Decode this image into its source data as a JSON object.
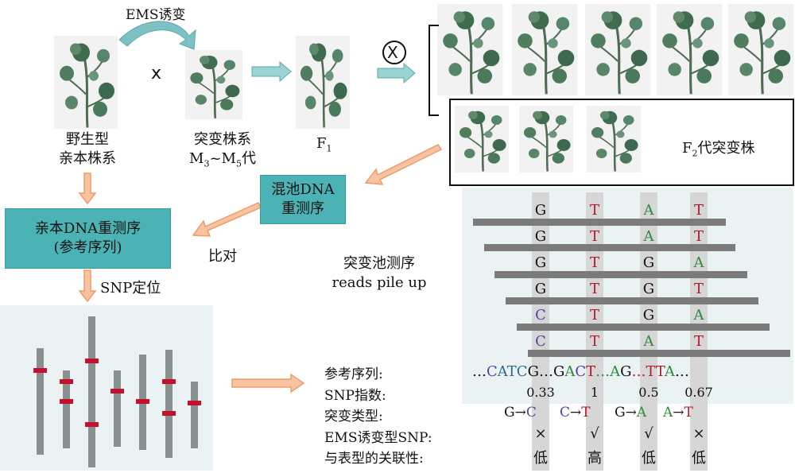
{
  "labels": {
    "ems": "EMS诱变",
    "cross_x": "x",
    "wild_line1": "野生型",
    "wild_line2": "亲本株系",
    "mutant_line1": "突变株系",
    "mutant_line2": "M3~M5代",
    "f1": "F1",
    "cross_symbol": "X",
    "f2": "F2代突变株",
    "pool_line1": "混池DNA",
    "pool_line2": "重测序",
    "parent_line1": "亲本DNA重测序",
    "parent_line2": "(参考序列)",
    "align": "比对",
    "snp_loc": "SNP定位",
    "pileup_line1": "突变池测序",
    "pileup_line2": "reads pile up"
  },
  "pileup": {
    "rows": [
      [
        "G",
        "T",
        "A",
        "T"
      ],
      [
        "G",
        "T",
        "A",
        "T"
      ],
      [
        "G",
        "T",
        "G",
        "A"
      ],
      [
        "G",
        "T",
        "G",
        "T"
      ],
      [
        "C",
        "T",
        "G",
        "A"
      ],
      [
        "C",
        "T",
        "A",
        "T"
      ]
    ]
  },
  "table": {
    "row_labels": [
      "参考序列:",
      "SNP指数:",
      "突变类型:",
      "EMS诱变型SNP:",
      "与表型的关联性:"
    ],
    "reference": {
      "p1": "…",
      "p2": "C",
      "p3": "ATC",
      "p4": "G",
      "p5": "…G",
      "p6": "A",
      "p7": "C",
      "p8": "T",
      "p9": "…A",
      "p10": "G",
      "p11": "…T",
      "p12": "T",
      "p13": "A",
      "p14": "…"
    },
    "snp_index": [
      "0.33",
      "1",
      "0.5",
      "0.67"
    ],
    "mutation_types": [
      {
        "from": "G",
        "arrow": "→",
        "to": "C"
      },
      {
        "from": "C",
        "arrow": "→",
        "to": "T"
      },
      {
        "from": "G",
        "arrow": "→",
        "to": "A"
      },
      {
        "from": "A",
        "arrow": "→",
        "to": "T"
      }
    ],
    "ems_type": [
      "×",
      "√",
      "√",
      "×"
    ],
    "association": [
      "低",
      "高",
      "低",
      "低"
    ]
  },
  "colors": {
    "teal": "#4bb3b5",
    "arrow_orange": "#f3a677",
    "panel_bg": "#eaf2f4",
    "read_gray": "#7b7b7b",
    "snp_red": "#c8102e",
    "base_G": "#111111",
    "base_C": "#5a3e9e",
    "base_T": "#b0182b",
    "base_A": "#2e8b3e"
  }
}
